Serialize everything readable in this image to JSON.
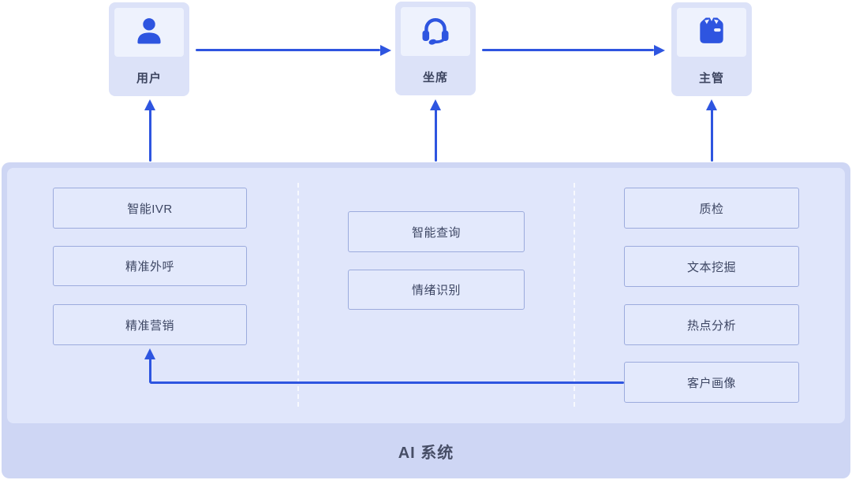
{
  "diagram": {
    "actors": [
      {
        "id": "user",
        "label": "用户",
        "icon": "user-icon"
      },
      {
        "id": "agent",
        "label": "坐席",
        "icon": "headset-icon"
      },
      {
        "id": "supervisor",
        "label": "主管",
        "icon": "vest-icon"
      }
    ],
    "system": {
      "label": "AI 系统",
      "columns": [
        {
          "items": [
            {
              "label": "智能IVR"
            },
            {
              "label": "精准外呼"
            },
            {
              "label": "精准营销"
            }
          ]
        },
        {
          "items": [
            {
              "label": "智能查询"
            },
            {
              "label": "情绪识别"
            }
          ]
        },
        {
          "items": [
            {
              "label": "质检"
            },
            {
              "label": "文本挖掘"
            },
            {
              "label": "热点分析"
            },
            {
              "label": "客户画像"
            }
          ]
        }
      ]
    },
    "edges": [
      {
        "from": "用户",
        "to": "坐席"
      },
      {
        "from": "坐席",
        "to": "主管"
      },
      {
        "from": "AI 系统",
        "to": "用户"
      },
      {
        "from": "AI 系统",
        "to": "坐席"
      },
      {
        "from": "AI 系统",
        "to": "主管"
      },
      {
        "from": "客户画像",
        "to": "精准营销"
      }
    ],
    "colors": {
      "accent_blue": "#2e55e0",
      "container_bg": "#ced6f4",
      "panel_bg": "#e0e6fb",
      "card_bg": "#dce2f8",
      "icon_tile_bg": "#eef2fd",
      "box_bg": "#e3e9fc",
      "box_border": "#9cabdd",
      "text_dark": "#3d4560"
    }
  }
}
